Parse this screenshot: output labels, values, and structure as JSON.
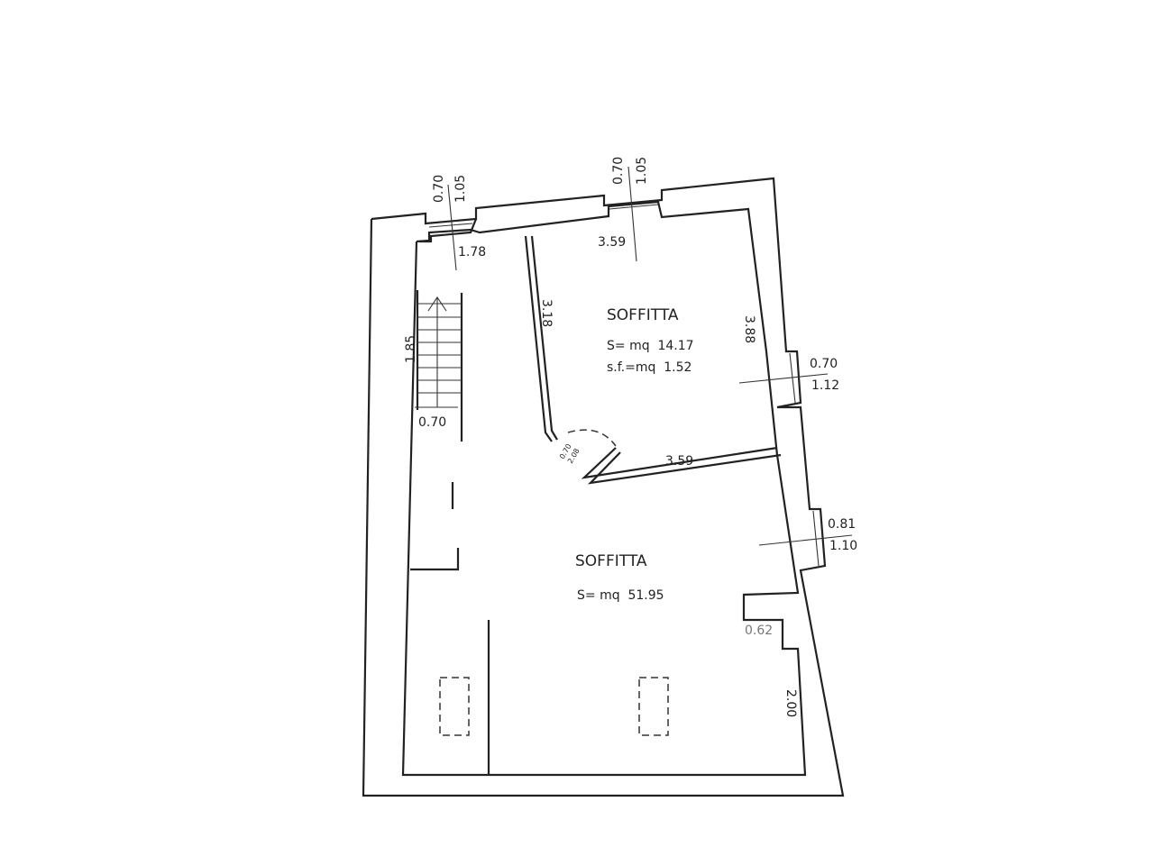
{
  "rooms": [
    {
      "name": "SOFFITTA",
      "area": "S= mq  14.17",
      "sf": "s.f.=mq  1.52"
    },
    {
      "name": "SOFFITTA",
      "area": "S= mq  51.95"
    }
  ],
  "dimensions": {
    "win1_w": "0.70",
    "win1_h": "1.05",
    "win2_w": "0.70",
    "win2_h": "1.05",
    "win3_w": "0.70",
    "win3_h": "1.12",
    "win4_w": "0.81",
    "win4_h": "1.10",
    "d_178": "1.78",
    "d_359_top": "3.59",
    "d_318": "3.18",
    "d_388": "3.88",
    "d_185": "1.85",
    "stair_w": "0.70",
    "d_359_mid": "3.59",
    "door_w": "0.70",
    "door_h": "2.08",
    "d_062": "0.62",
    "d_200": "2.00"
  }
}
